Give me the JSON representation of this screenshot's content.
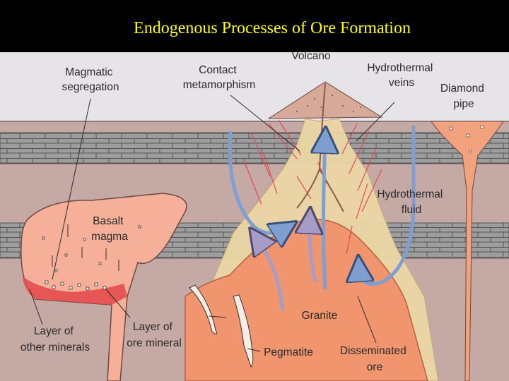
{
  "title": "Endogenous Processes of Ore Formation",
  "labels": {
    "magmatic_segregation": [
      "Magmatic",
      "segregation"
    ],
    "contact_metamorphism": [
      "Contact",
      "metamorphism"
    ],
    "volcano": "Volcano",
    "hydrothermal_veins": [
      "Hydrothermal",
      "veins"
    ],
    "diamond_pipe": [
      "Diamond",
      "pipe"
    ],
    "basalt_magma": [
      "Basalt",
      "magma"
    ],
    "hydrothermal_fluid": [
      "Hydrothermal",
      "fluid"
    ],
    "granite": "Granite",
    "layer_other_minerals": [
      "Layer of",
      "other minerals"
    ],
    "layer_ore_mineral": [
      "Layer of",
      "ore mineral"
    ],
    "pegmatite": "Pegmatite",
    "disseminated_ore": [
      "Disseminated",
      "ore"
    ]
  },
  "colors": {
    "title": "#ffff00",
    "background": "#c5a9a4",
    "rock_layer": "#9c9c9c",
    "sky": "#e5e4e7",
    "basalt": "#f6b09a",
    "granite": "#f1956e",
    "halo": "#ecd7a6",
    "fluid_arrow": "#7e9fd0",
    "vein": "#e24a54"
  }
}
